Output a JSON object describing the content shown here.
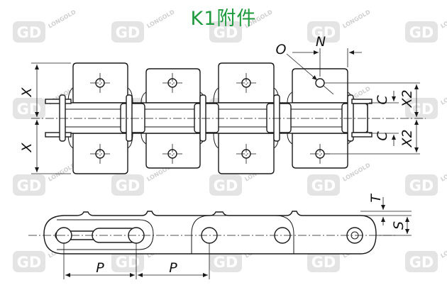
{
  "title": "K1附件",
  "watermark": {
    "mark": "GD",
    "text": "LONGOLD"
  },
  "colors": {
    "title": "#1f9a3e",
    "line": "#1a1a1a",
    "watermark": "#d0d0d0"
  },
  "dimensions": {
    "X": "X",
    "X2": "X2",
    "C": "C",
    "N": "N",
    "O": "O",
    "T": "T",
    "S": "S",
    "P": "P"
  }
}
